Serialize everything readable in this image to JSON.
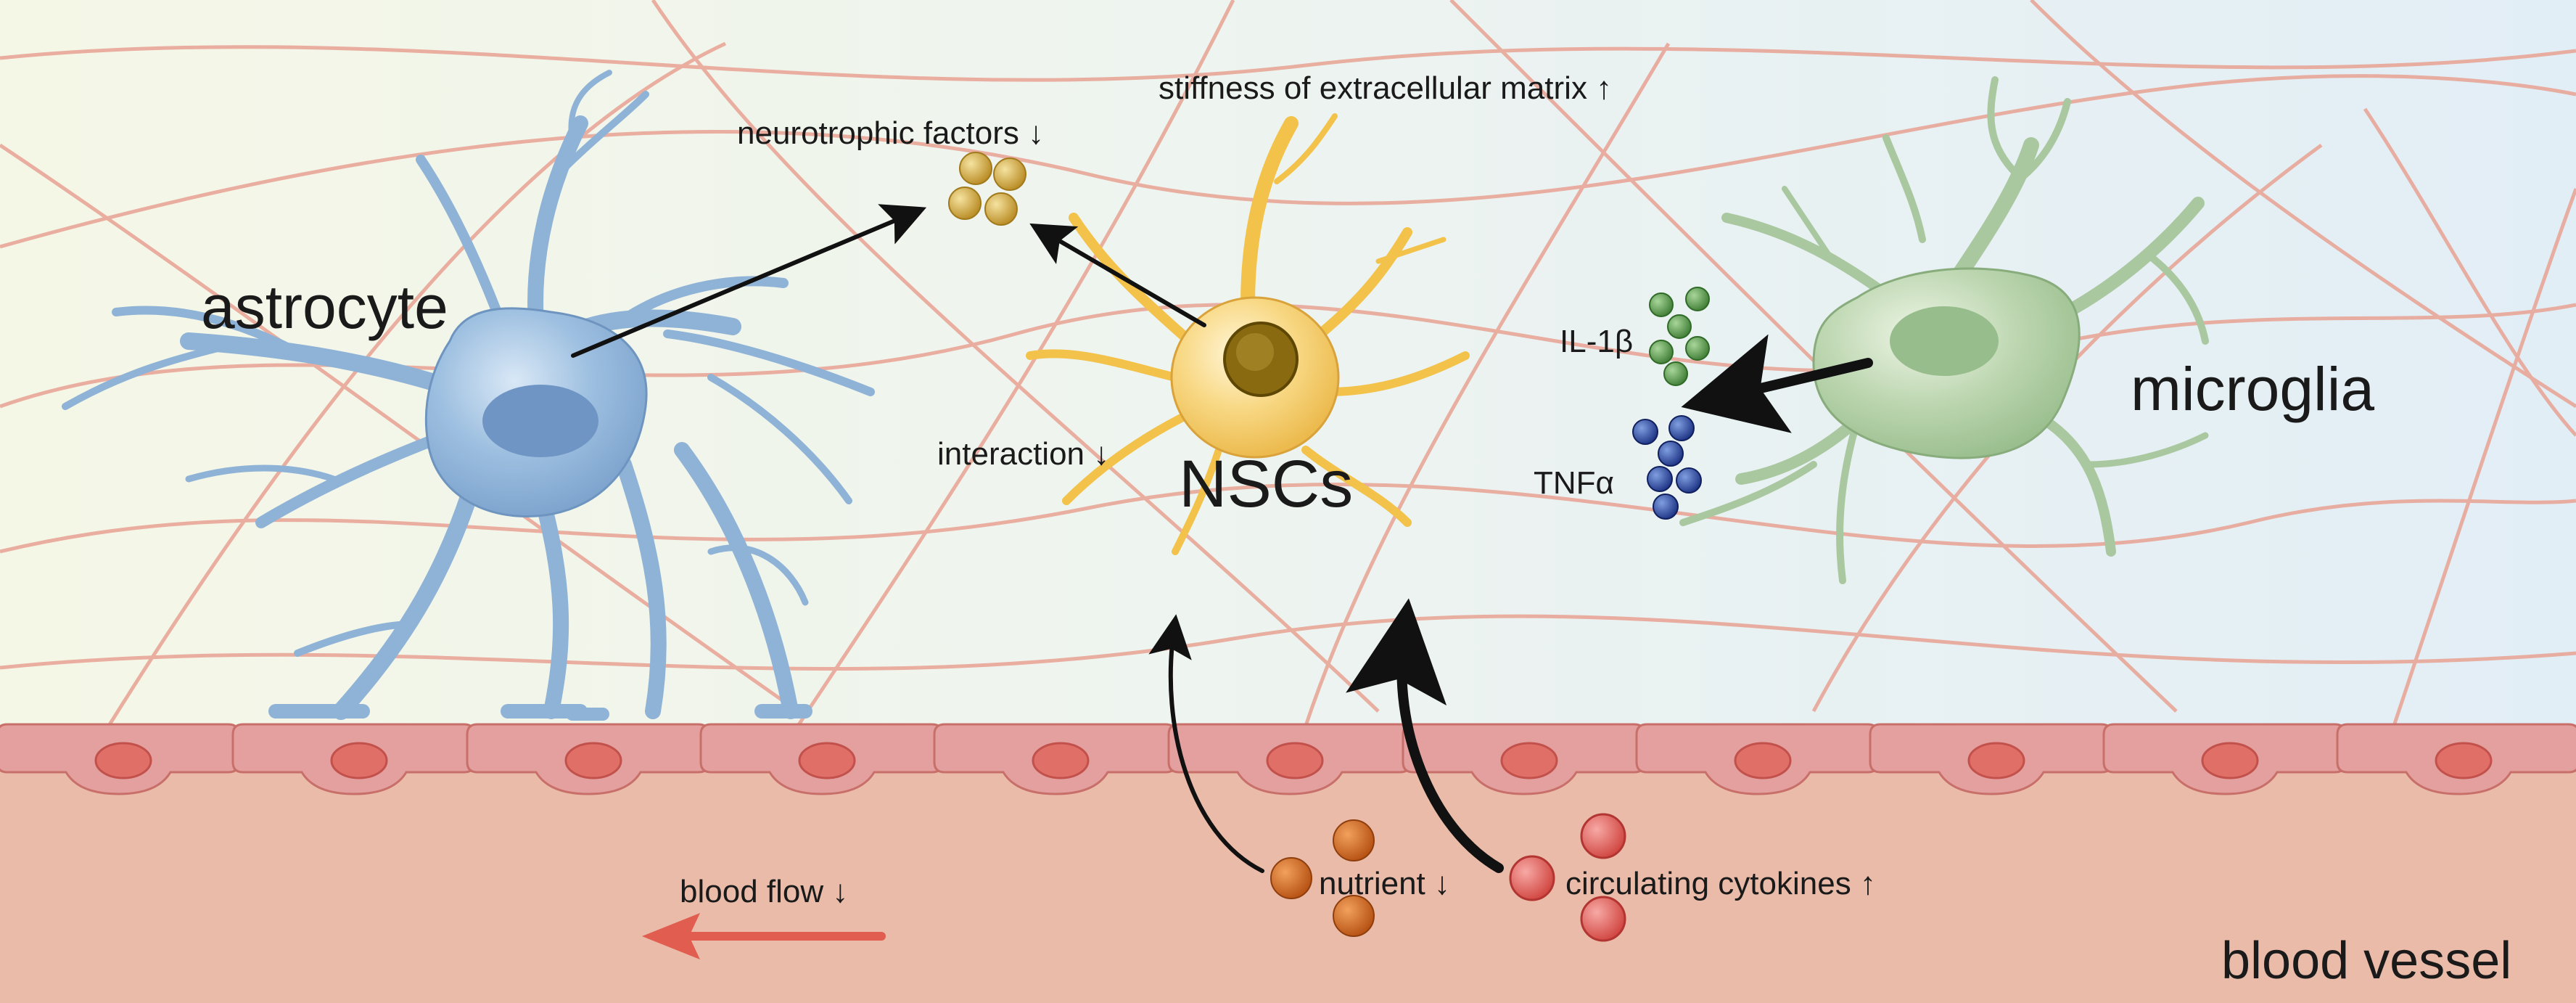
{
  "labels": {
    "astrocyte": "astrocyte",
    "nscs": "NSCs",
    "microglia": "microglia",
    "neurotrophic": "neurotrophic factors ↓",
    "stiffness": "stiffness of extracellular matrix ↑",
    "interaction": "interaction ↓",
    "il1b": "IL-1β",
    "tnfa": "TNFα",
    "nutrient": "nutrient ↓",
    "cytokines": "circulating cytokines ↑",
    "blood_flow": "blood flow ↓",
    "blood_vessel": "blood vessel"
  },
  "colors": {
    "astrocyte": "#8fb3d6",
    "nsc": "#f2c24a",
    "microglia": "#a9c8a0",
    "fiber": "#e8a293",
    "endothelial": "#e3a09e",
    "nucleus": "#e06f68",
    "vessel": "#e9bba8",
    "nutrient": "#d86b1d",
    "cytokine": "#e0605e",
    "il1b": "#5a9e4e",
    "tnfa": "#2e4d9e",
    "neurotrophic": "#d3a83a",
    "flow_arrow": "#e05d4f"
  },
  "icons": {
    "astrocyte": "astrocyte-cell-icon",
    "nsc": "neural-stem-cell-icon",
    "microglia": "microglia-cell-icon"
  }
}
